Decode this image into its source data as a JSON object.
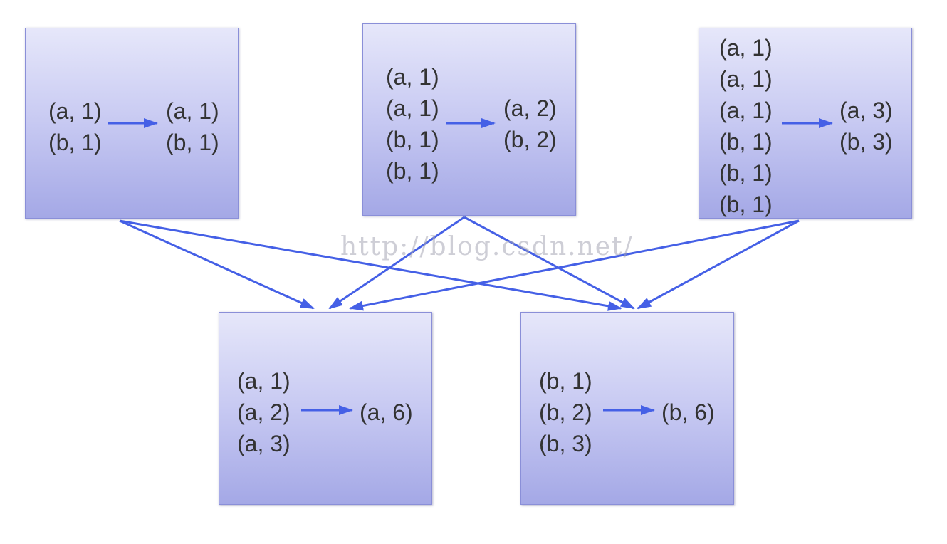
{
  "colors": {
    "arrow": "#4560e6",
    "box_border": "#8a8fd8",
    "text": "#333333"
  },
  "watermark": "http://blog.csdn.net/",
  "map_nodes": [
    {
      "inputs": [
        "(a, 1)",
        "(b, 1)"
      ],
      "outputs": [
        "(a, 1)",
        "(b, 1)"
      ]
    },
    {
      "inputs": [
        "(a, 1)",
        "(a, 1)",
        "(b, 1)",
        "(b, 1)"
      ],
      "outputs": [
        "(a, 2)",
        "(b, 2)"
      ]
    },
    {
      "inputs": [
        "(a, 1)",
        "(a, 1)",
        "(a, 1)",
        "(b, 1)",
        "(b, 1)",
        "(b, 1)"
      ],
      "outputs": [
        "(a, 3)",
        "(b, 3)"
      ]
    }
  ],
  "reduce_nodes": [
    {
      "inputs": [
        "(a, 1)",
        "(a, 2)",
        "(a, 3)"
      ],
      "outputs": [
        "(a, 6)"
      ]
    },
    {
      "inputs": [
        "(b, 1)",
        "(b, 2)",
        "(b, 3)"
      ],
      "outputs": [
        "(b, 6)"
      ]
    }
  ],
  "edges": [
    {
      "from": "map_nodes.0",
      "to": "reduce_nodes.0"
    },
    {
      "from": "map_nodes.0",
      "to": "reduce_nodes.1"
    },
    {
      "from": "map_nodes.1",
      "to": "reduce_nodes.0"
    },
    {
      "from": "map_nodes.1",
      "to": "reduce_nodes.1"
    },
    {
      "from": "map_nodes.2",
      "to": "reduce_nodes.0"
    },
    {
      "from": "map_nodes.2",
      "to": "reduce_nodes.1"
    }
  ]
}
